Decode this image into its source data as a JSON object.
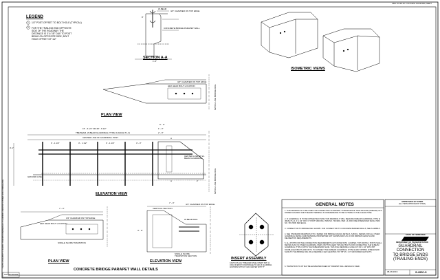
{
  "header_note": "REV. 03-29-19 / VICTORIA OAKFORD, MEET",
  "side_text": "PLANS ASSEMBLY: C:\\Users\\...\\Standard Drawings\\GRC-5 Guardrail Connection to Bridge Ends (Trailing Ends)",
  "legend": {
    "title": "LEGEND",
    "items": [
      {
        "mark": "1",
        "text": "1/2\" POST OFFSET TO BOLT HOLE (TYPICAL)"
      },
      {
        "mark": "2",
        "text": "FOR THE TRAILING END OPPOSITE SIDE OF THE ROADWAY THE DISTANCE IS 3'-6 7/8\" DUE TO POST BEING ON OPPOSITE SIDE, BOLT HOLE OFFSET OF 1/2\""
      }
    ]
  },
  "section_aa": {
    "title": "SECTION A-A",
    "labels": [
      "W-BEAM",
      "3/4\" CHAMFER ON TOP EDGE",
      "CONCRETE BRIDGE PARAPET WALL",
      "8\"",
      "1'-8\""
    ]
  },
  "plan_view_top": {
    "title": "PLAN VIEW",
    "labels": [
      "3/4\" CHAMFER ON TOP EDGE",
      "HEX HEAD BOLT LOCATION",
      "MATCH LINE BRIDGE RAIL"
    ]
  },
  "elevation_top": {
    "title": "ELEVATION VIEW",
    "labels": [
      "15' - 6 1/2\" OR 28' - 6 1/2\"",
      "TBE BEAM, W-BEAM GUARDRAIL (TYPE 3) (MASH TL-3)",
      "CENTER LINE OF GUARDRAIL POST",
      "CENTER LINE OF W-BEAM GUARDRAIL",
      "GROUND LINE",
      "3' - 1 1/2\"",
      "3' - 1 1/2\"",
      "3' - 1 1/2\"",
      "3' - 0\"",
      "1' - 3\"",
      "6' - 3\"",
      "2' - 9\"",
      "4'-1\"",
      "A",
      "A",
      "2'",
      "MATCH LINE BRIDGE RAIL"
    ]
  },
  "plan_view_bottom": {
    "title": "PLAN VIEW",
    "labels": [
      "7' - 0\"",
      "3/4\" CHAMFER ON TOP EDGE",
      "HEX HEAD BOLT LOCATION",
      "SINGLE SLOPE TRANSITION"
    ]
  },
  "elevation_bottom": {
    "title": "ELEVATION VIEW",
    "labels": [
      "VERTICAL SECTION",
      "3/4\" CHAMFER ON TOP EDGE",
      "W-BEAM RAIL",
      "7' - 0\"",
      "SINGLE SLOPE TRANSITION SECTION",
      "3' - 0\""
    ]
  },
  "bridge_details_title": "CONCRETE BRIDGE PARAPET WALL DETAILS",
  "isometric": {
    "title": "ISOMETRIC VIEWS"
  },
  "insert_assembly": {
    "title": "INSERT ASSEMBLY",
    "note": "CAST IN PLACE THREADED STEEL INSERT (5/8\"-11 UNC) OR EPOXY ANCHORAGE TO GRC-5 GUARDRAIL ANCHORS WITH 3/4\" GRC CENTER WITH \"H\""
  },
  "general_notes": {
    "title": "GENERAL NOTES",
    "items": [
      {
        "n": "1.",
        "text": "THIS DRAWING IS TO BE USED FOR CONNECTING GUARDRAIL TO BRIDGE RAIL TRAILING END (W-BEAM) ON A DIVIDED HIGHWAY AND THE END TERMINAL IS IN REFERENCE TO BE OUTSIDE OF THE CLEAR ZONE."
      },
      {
        "n": "2.",
        "text": "IF GUARDRAIL IS TO BE CONNECTED USING THIS DRAWING IT WILL REQUIRE W-BEAM GUARDRAIL (TYPE 3) (MASH TL-3), 3'-1 1/2\" OR 6'-3\" POST SPACING, ITEM NO. 709-9901, PER L.F. AND ONE W-BEAM END SHOE, ITEM NO. 709-7068, PER EACH."
      },
      {
        "n": "3.",
        "text": "CONNECTION TO BRIDGE RAIL SHOWN. FOR CONNECTION TO CONCRETE BARRIER WALLS, SEE S-GRBM-5."
      },
      {
        "n": "4.",
        "text": "SEE STANDARD DRAWINGS STD 1 SERIES FOR BRIDGE RAILING DETAILS, S-BCD-1 SERIES FOR ALL OTHER GUARDRAIL DETAILS AND MATERIAL PROPERTIES NOT SHOWN AND S-PL-5 FOR MINIMUM LENGTH AND DELINEATION REQUIREMENTS."
      },
      {
        "n": "5.",
        "text": "ALL POSTS FOR THE CONNECTION REQUIREMENTS (3/4\") DONE WITH 1 LIMITED, TOP CROSS 1 POSTS SHALL BE PAID ALSO IN OTHER GUARDRAIL ITEMS. BUTTON HEAD \"SPLICE\" BOLTS FOR CONNECTING THE W-BEAM GUARDRAIL (TYPE 3) WITH THE W-BEAM END SHOE. THIS WILL REQUIRE A HOLE 3/4\" OR 1 1/4\" WITH 5/8\" DOUBLE HEX BOLTS AND NUTS. TO CONNECT THE W-BEAM GUARDRAIL (TYPE 3) AND TAPPING W-BEAM END SHOE TO THE BRIDGE RAIL WILL REQUIRE 4 HEX HEAD BOLT AT 7/8\" Ø x 1'-0\" GROUNDED HEX NUTS."
      },
      {
        "n": "6.",
        "text": "TRANSITION TO 28\" MAY BE ELIMINATED WHEN 32\" PARAPET WALL DESIGN IS USED."
      }
    ]
  },
  "title_block": {
    "approved": "APPROVED BY FHWA",
    "approved_sub": "(ALL ITEMS APPROVED BY FHWA)",
    "state": "STATE OF TENNESSEE",
    "dept": "DEPARTMENT OF TRANSPORTATION",
    "title_lines": [
      "GUARDRAIL",
      "CONNECTION",
      "TO BRIDGE ENDS",
      "(TRAILING ENDS)"
    ],
    "date": "08-28-2019",
    "drawing_no": "S-GRC-5"
  },
  "not_to_scale": "NOT TO SCALE"
}
